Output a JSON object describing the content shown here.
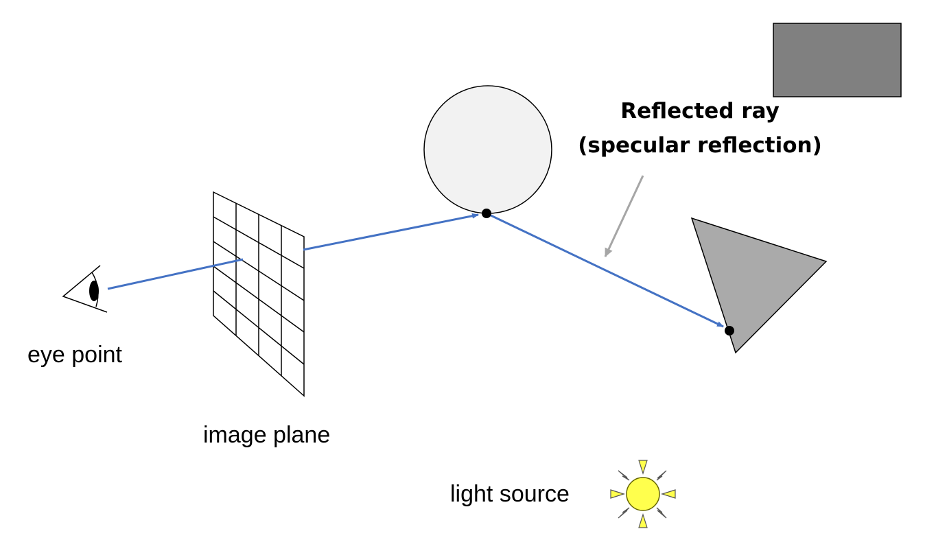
{
  "labels": {
    "eye_point": "eye point",
    "image_plane": "image plane",
    "light_source": "light source",
    "reflected_ray_line1": "Reflected ray",
    "reflected_ray_line2": "(specular reflection)"
  },
  "colors": {
    "ray": "#4472c4",
    "annotation_arrow": "#a6a6a6",
    "sphere_fill": "#f2f2f2",
    "triangle_fill": "#aaaaaa",
    "rectangle_fill": "#808080",
    "sun_fill": "#ffff4d",
    "outline": "#000000"
  },
  "icons": {
    "eye": "eye-icon",
    "sun": "sun-icon"
  },
  "image_plane_grid": {
    "columns": 4,
    "rows": 5
  }
}
